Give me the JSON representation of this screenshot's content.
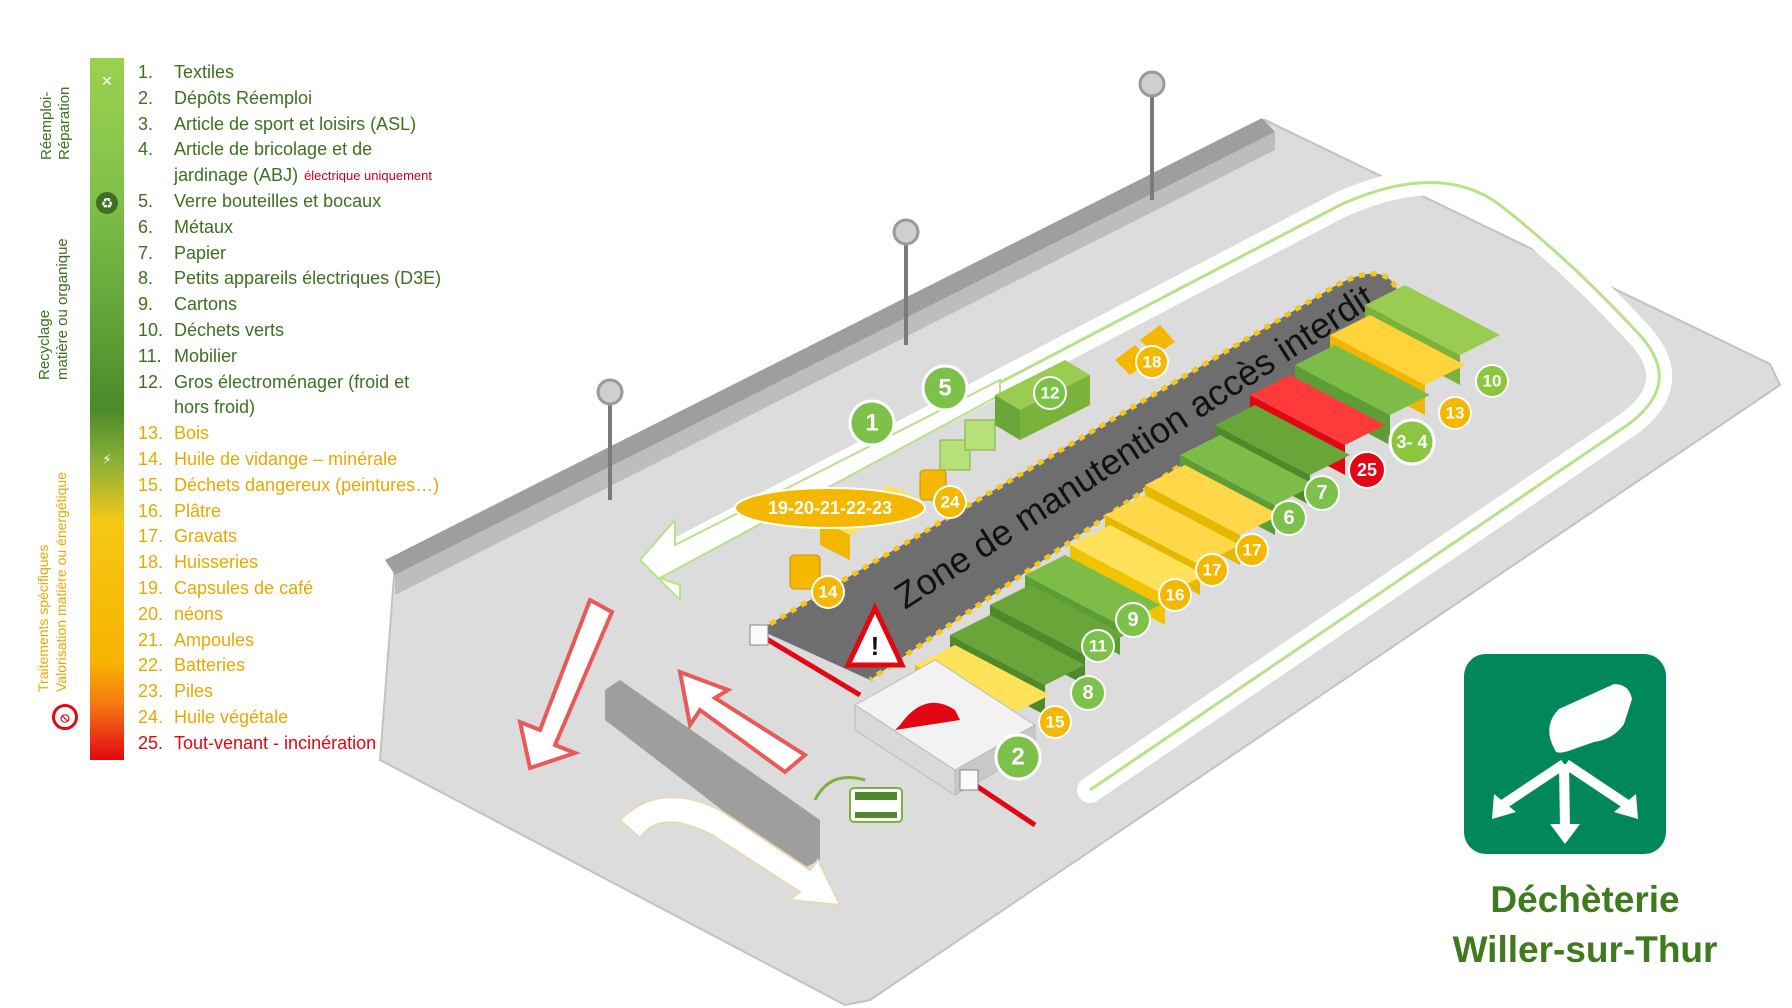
{
  "legend": {
    "categories": {
      "reemploi": "Réemploi-\nRéparation",
      "recyclage": "Recyclage\nmatière ou organique",
      "traitements": "Traitements spécifiques\nValorisation matière ou énergétique"
    },
    "items": [
      {
        "num": "1.",
        "label": "Textiles",
        "color": "green"
      },
      {
        "num": "2.",
        "label": "Dépôts Réemploi",
        "color": "green"
      },
      {
        "num": "3.",
        "label": "Article de sport et loisirs (ASL)",
        "color": "green"
      },
      {
        "num": "4.",
        "label": "Article de bricolage et de",
        "color": "green"
      },
      {
        "num": "",
        "label": "jardinage (ABJ)",
        "note": "électrique uniquement",
        "color": "green"
      },
      {
        "num": "5.",
        "label": "Verre bouteilles et bocaux",
        "color": "green"
      },
      {
        "num": "6.",
        "label": "Métaux",
        "color": "green"
      },
      {
        "num": "7.",
        "label": "Papier",
        "color": "green"
      },
      {
        "num": "8.",
        "label": "Petits appareils électriques (D3E)",
        "color": "green"
      },
      {
        "num": "9.",
        "label": "Cartons",
        "color": "green"
      },
      {
        "num": "10.",
        "label": "Déchets verts",
        "color": "green"
      },
      {
        "num": "11.",
        "label": "Mobilier",
        "color": "green"
      },
      {
        "num": "12.",
        "label": "Gros électroménager (froid et",
        "color": "green"
      },
      {
        "num": "",
        "label": "hors froid)",
        "color": "green"
      },
      {
        "num": "13.",
        "label": "Bois",
        "color": "yellow"
      },
      {
        "num": "14.",
        "label": "Huile de vidange – minérale",
        "color": "yellow"
      },
      {
        "num": "15.",
        "label": "Déchets dangereux (peintures…)",
        "color": "yellow"
      },
      {
        "num": "16.",
        "label": "Plâtre",
        "color": "yellow"
      },
      {
        "num": "17.",
        "label": "Gravats",
        "color": "yellow"
      },
      {
        "num": "18.",
        "label": "Huisseries",
        "color": "yellow"
      },
      {
        "num": "19.",
        "label": "Capsules de café",
        "color": "yellow"
      },
      {
        "num": "20.",
        "label": "néons",
        "color": "yellow"
      },
      {
        "num": "21.",
        "label": "Ampoules",
        "color": "yellow"
      },
      {
        "num": "22.",
        "label": "Batteries",
        "color": "yellow"
      },
      {
        "num": "23.",
        "label": "Piles",
        "color": "yellow"
      },
      {
        "num": "24.",
        "label": "Huile végétale",
        "color": "yellow"
      },
      {
        "num": "25.",
        "label": "Tout-venant  - incinération",
        "color": "red"
      }
    ]
  },
  "map": {
    "zone_label": "Zone de manutention accès interdit",
    "badges": {
      "b1": "1",
      "b2": "2",
      "b5": "5",
      "b6": "6",
      "b7": "7",
      "b8": "8",
      "b9": "9",
      "b10": "10",
      "b11": "11",
      "b12": "12",
      "b13": "13",
      "b14": "14",
      "b15": "15",
      "b16": "16",
      "b17a": "17",
      "b17b": "17",
      "b18": "18",
      "b24": "24",
      "b25": "25",
      "b34": "3- 4",
      "b19_23": "19-20-21-22-23"
    }
  },
  "site": {
    "name_line1": "Déchèterie",
    "name_line2": "Willer-sur-Thur"
  },
  "colors": {
    "green_light": "#8cc63f",
    "green_dark": "#4e8a2a",
    "yellow": "#f5c816",
    "orange": "#f0a800",
    "red": "#e30613",
    "brand": "#00875a"
  }
}
